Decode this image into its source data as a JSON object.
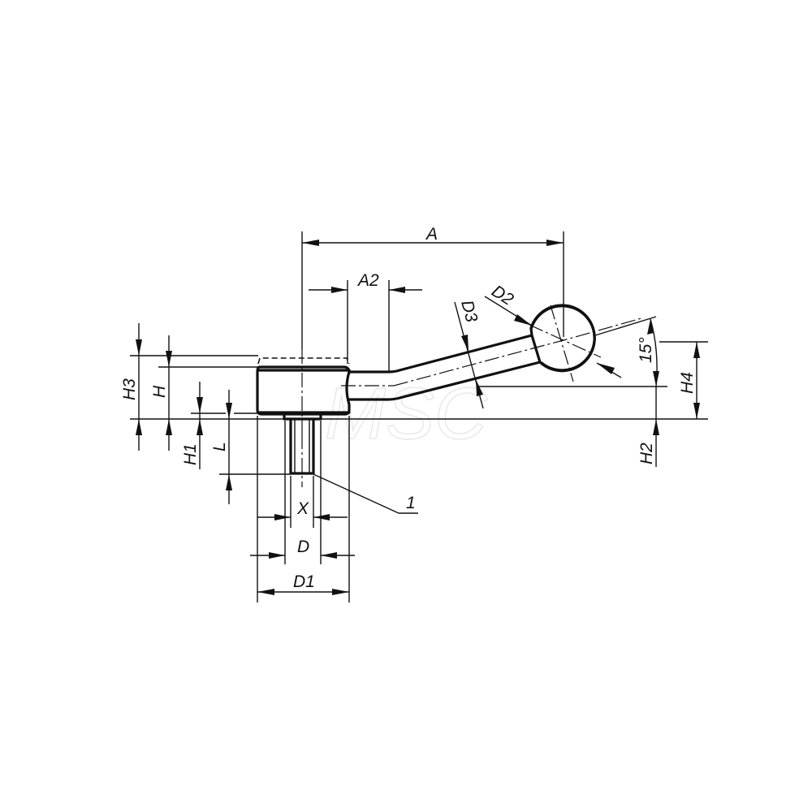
{
  "drawing": {
    "title": "Tension lever with ball knob, internal/external thread - dimensional drawing",
    "watermark": "MSC",
    "line_color": "#111111",
    "background": "#ffffff"
  },
  "dimensions": {
    "A": "A",
    "A2": "A2",
    "D": "D",
    "D1": "D1",
    "D2": "D2",
    "D3": "D3",
    "H": "H",
    "H1": "H1",
    "H2": "H2",
    "H3": "H3",
    "H4": "H4",
    "L": "L",
    "X": "X",
    "angle": "15°"
  },
  "callouts": {
    "item_1": "1"
  }
}
